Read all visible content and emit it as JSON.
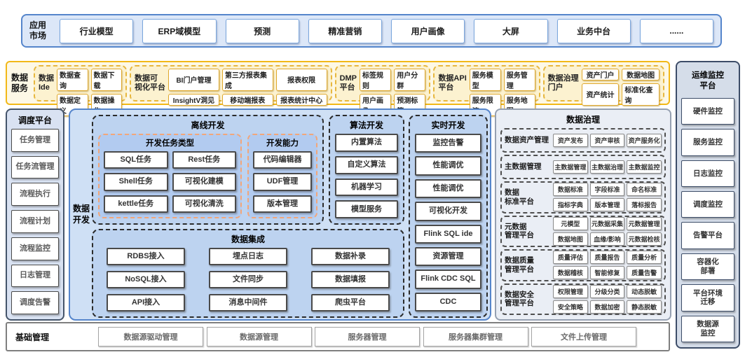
{
  "colors": {
    "band_blue_border": "#5585cb",
    "band_gold_border": "#f2b818",
    "panel_blue_fill": "#cfe0f5"
  },
  "app_market": {
    "label": "应用\n市场",
    "items": [
      "行业模型",
      "ERP域模型",
      "预测",
      "精准营销",
      "用户画像",
      "大屏",
      "业务中台",
      "......"
    ]
  },
  "data_services": {
    "label": "数据\n服务",
    "groups": [
      {
        "label": "数据\nIde",
        "items": [
          "数据查询",
          "数据下载",
          "数据定义",
          "数据操作"
        ]
      },
      {
        "label": "数据可\n视化平台",
        "items": [
          "BI门户管理",
          "第三方报表集成",
          "报表权限",
          "InsightV洞见",
          "移动端报表",
          "报表统计中心"
        ]
      },
      {
        "label": "DMP\n平台",
        "items": [
          "标签规则",
          "用户分群",
          "用户画像",
          "预测标签"
        ]
      },
      {
        "label": "数据API\n平台",
        "items": [
          "服务模型",
          "服务管理",
          "服务限流",
          "服务地图"
        ]
      },
      {
        "label": "数据治理\n门户",
        "items": [
          "资产门户",
          "数据地图",
          "资产统计",
          "标准化查询"
        ]
      }
    ]
  },
  "scheduling": {
    "title": "调度平台",
    "items": [
      "任务管理",
      "任务流管理",
      "流程执行",
      "流程计划",
      "流程监控",
      "日志管理",
      "调度告警"
    ]
  },
  "data_dev": {
    "label": "数据\n开发",
    "offline": {
      "title": "离线开发",
      "task_types": {
        "title": "开发任务类型",
        "items": [
          "SQL任务",
          "Rest任务",
          "Shell任务",
          "可视化建模",
          "kettle任务",
          "可视化清洗"
        ]
      },
      "capabilities": {
        "title": "开发能力",
        "items": [
          "代码编辑器",
          "UDF管理",
          "版本管理"
        ]
      }
    },
    "algorithm": {
      "title": "算法开发",
      "items": [
        "内置算法",
        "自定义算法",
        "机器学习",
        "模型服务"
      ]
    },
    "realtime": {
      "title": "实时开发",
      "items": [
        "监控告警",
        "性能调优",
        "性能调优",
        "可视化开发",
        "Flink SQL ide",
        "资源管理",
        "Flink CDC SQL",
        "CDC"
      ]
    },
    "integration": {
      "title": "数据集成",
      "items": [
        "RDBS接入",
        "埋点日志",
        "数据补录",
        "NoSQL接入",
        "文件同步",
        "数据填报",
        "API接入",
        "消息中间件",
        "爬虫平台"
      ]
    }
  },
  "governance": {
    "title": "数据治理",
    "groups": [
      {
        "label": "数据资产管理",
        "items": [
          "资产发布",
          "资产审核",
          "资产服务化"
        ]
      },
      {
        "label": "主数据管理",
        "items": [
          "主数据管理",
          "主数据治理",
          "主数据监控"
        ]
      },
      {
        "label": "数据\n标准平台",
        "items": [
          "数据标准",
          "字段标准",
          "命名标准",
          "指标字典",
          "版本管理",
          "落标报告"
        ]
      },
      {
        "label": "元数据\n管理平台",
        "items": [
          "元模型",
          "元数据采集",
          "元数据管理",
          "数据地图",
          "血缘/影响",
          "元数据检核"
        ]
      },
      {
        "label": "数据质量\n管理平台",
        "items": [
          "质量评估",
          "质量报告",
          "质量分析",
          "数据稽核",
          "智能修复",
          "质量告警"
        ]
      },
      {
        "label": "数据安全\n管理平台",
        "items": [
          "权限管理",
          "分级分类",
          "动态脱敏",
          "安全策略",
          "数据加密",
          "静态脱敏"
        ]
      }
    ]
  },
  "ops": {
    "title": "运维监控\n平台",
    "items": [
      "硬件监控",
      "服务监控",
      "日志监控",
      "调度监控",
      "告警平台",
      "容器化\n部署",
      "平台环境\n迁移",
      "数据源\n监控"
    ]
  },
  "base": {
    "label": "基础管理",
    "items": [
      "数据源驱动管理",
      "数据源管理",
      "服务器管理",
      "服务器集群管理",
      "文件上传管理"
    ]
  }
}
